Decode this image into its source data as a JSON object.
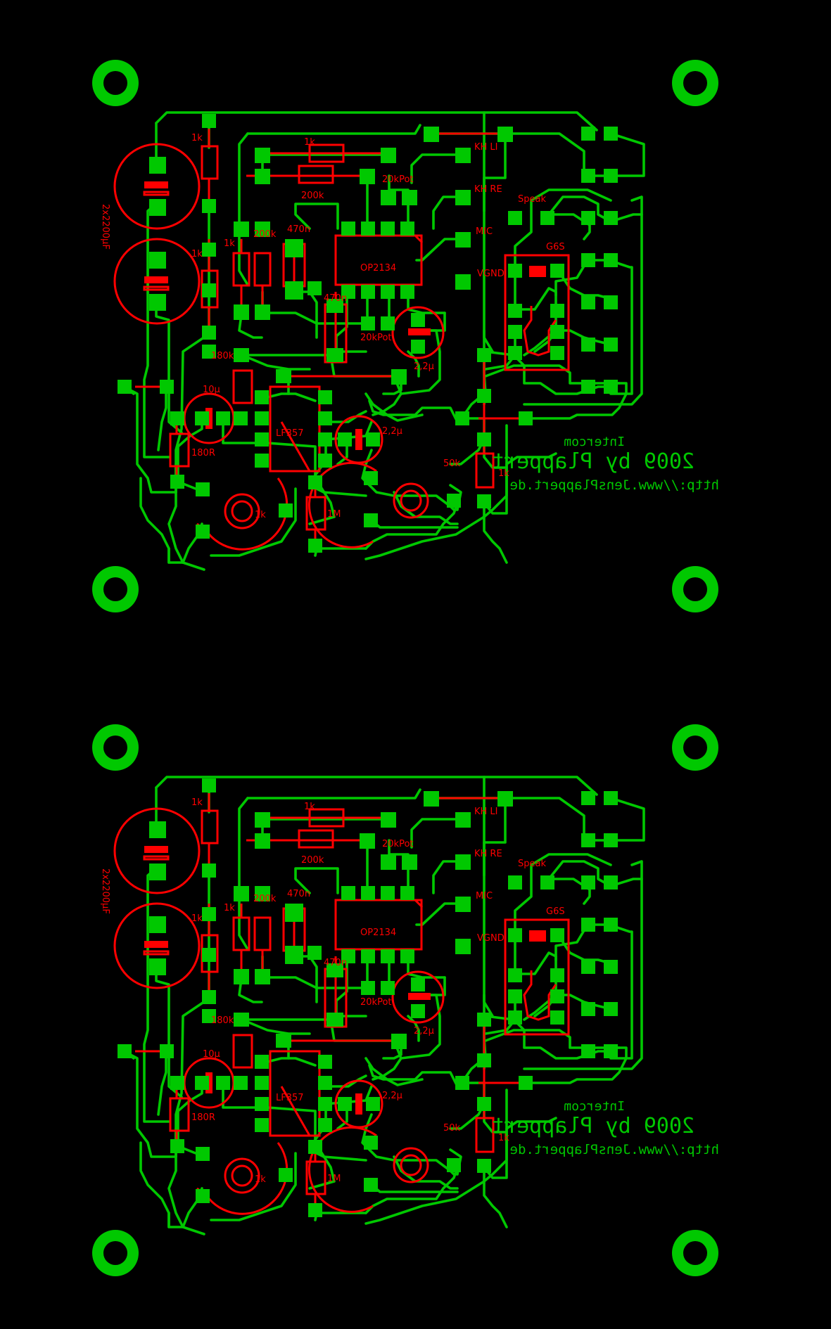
{
  "colors": {
    "background": "#000000",
    "copper": "#00c800",
    "silkscreen": "#ff0000"
  },
  "text": {
    "title": "Intercom",
    "credit": "2009 by Plappert",
    "url": "http://www.JensPlappert.de",
    "labels": {
      "kh_li": "KH LI",
      "kh_re": "KH RE",
      "mic": "MIC",
      "vgnd": "VGND",
      "speak": "Speak",
      "relay": "G6S",
      "opamp1": "OP2134",
      "opamp2": "LF357",
      "cap_main": "2x2200µF",
      "r_1k_a": "1k",
      "r_1k_b": "1k",
      "r_1k_c": "1k",
      "r_1k_d": "1k",
      "r_1k_e": "1k",
      "r_200k": "200k",
      "r_200k_b": "200k",
      "c_470n_a": "470n",
      "c_470n_b": "470n",
      "pot_20k_a": "20kPot",
      "pot_20k_b": "20kPot",
      "r_180k": "180k",
      "r_180r": "180R",
      "c_10u": "10µ",
      "c_2u2_a": "2,2µ",
      "c_2u2_b": "2,2µ",
      "pot_1k": "1k",
      "r_1m": "1M",
      "pot_50k": "50k"
    }
  }
}
